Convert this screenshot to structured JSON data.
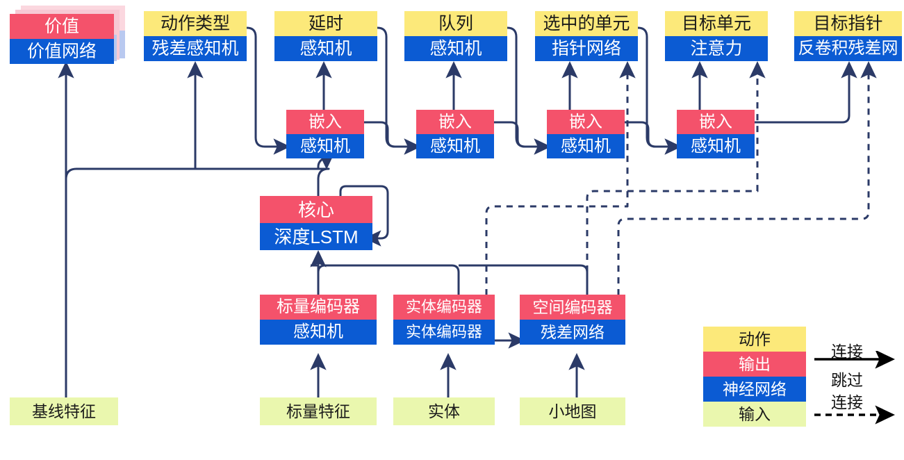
{
  "title": "AlphaStar-style agent architecture diagram",
  "palette": {
    "action": "#FCE97A",
    "output": "#F4526B",
    "network": "#0B5BD3",
    "input": "#EAF7AE",
    "wire": "#2B3A67",
    "legend_arrow": "#000000"
  },
  "heads": [
    {
      "id": "value",
      "action": "价值",
      "net": "价值网络",
      "stacked": true
    },
    {
      "id": "action_type",
      "action": "动作类型",
      "net": "残差感知机",
      "stacked": false
    },
    {
      "id": "delay",
      "action": "延时",
      "net": "感知机",
      "stacked": false
    },
    {
      "id": "queue",
      "action": "队列",
      "net": "感知机",
      "stacked": false
    },
    {
      "id": "selected",
      "action": "选中的单元",
      "net": "指针网络",
      "stacked": false
    },
    {
      "id": "target_unit",
      "action": "目标单元",
      "net": "注意力",
      "stacked": false
    },
    {
      "id": "target_point",
      "action": "目标指针",
      "net": "反卷积残差网",
      "stacked": false
    }
  ],
  "embeds": [
    {
      "id": "embed1",
      "out": "嵌入",
      "net": "感知机"
    },
    {
      "id": "embed2",
      "out": "嵌入",
      "net": "感知机"
    },
    {
      "id": "embed3",
      "out": "嵌入",
      "net": "感知机"
    },
    {
      "id": "embed4",
      "out": "嵌入",
      "net": "感知机"
    }
  ],
  "core": {
    "id": "core",
    "out": "核心",
    "net": "深度LSTM"
  },
  "encoders": [
    {
      "id": "scalar_encoder",
      "out": "标量编码器",
      "net": "感知机"
    },
    {
      "id": "entity_encoder",
      "out": "实体编码器",
      "net": "实体编码器"
    },
    {
      "id": "spatial_encoder",
      "out": "空间编码器",
      "net": "残差网络"
    }
  ],
  "inputs": [
    {
      "id": "baseline_features",
      "label": "基线特征"
    },
    {
      "id": "scalar_features",
      "label": "标量特征"
    },
    {
      "id": "entities",
      "label": "实体"
    },
    {
      "id": "minimap",
      "label": "小地图"
    }
  ],
  "legend": {
    "swatches": [
      {
        "id": "action",
        "label": "动作",
        "kind": "act"
      },
      {
        "id": "output",
        "label": "输出",
        "kind": "out"
      },
      {
        "id": "network",
        "label": "神经网络",
        "kind": "net"
      },
      {
        "id": "input",
        "label": "输入",
        "kind": "inp"
      }
    ],
    "connection_label": "连接",
    "skip_label_line1": "跳过",
    "skip_label_line2": "连接"
  }
}
